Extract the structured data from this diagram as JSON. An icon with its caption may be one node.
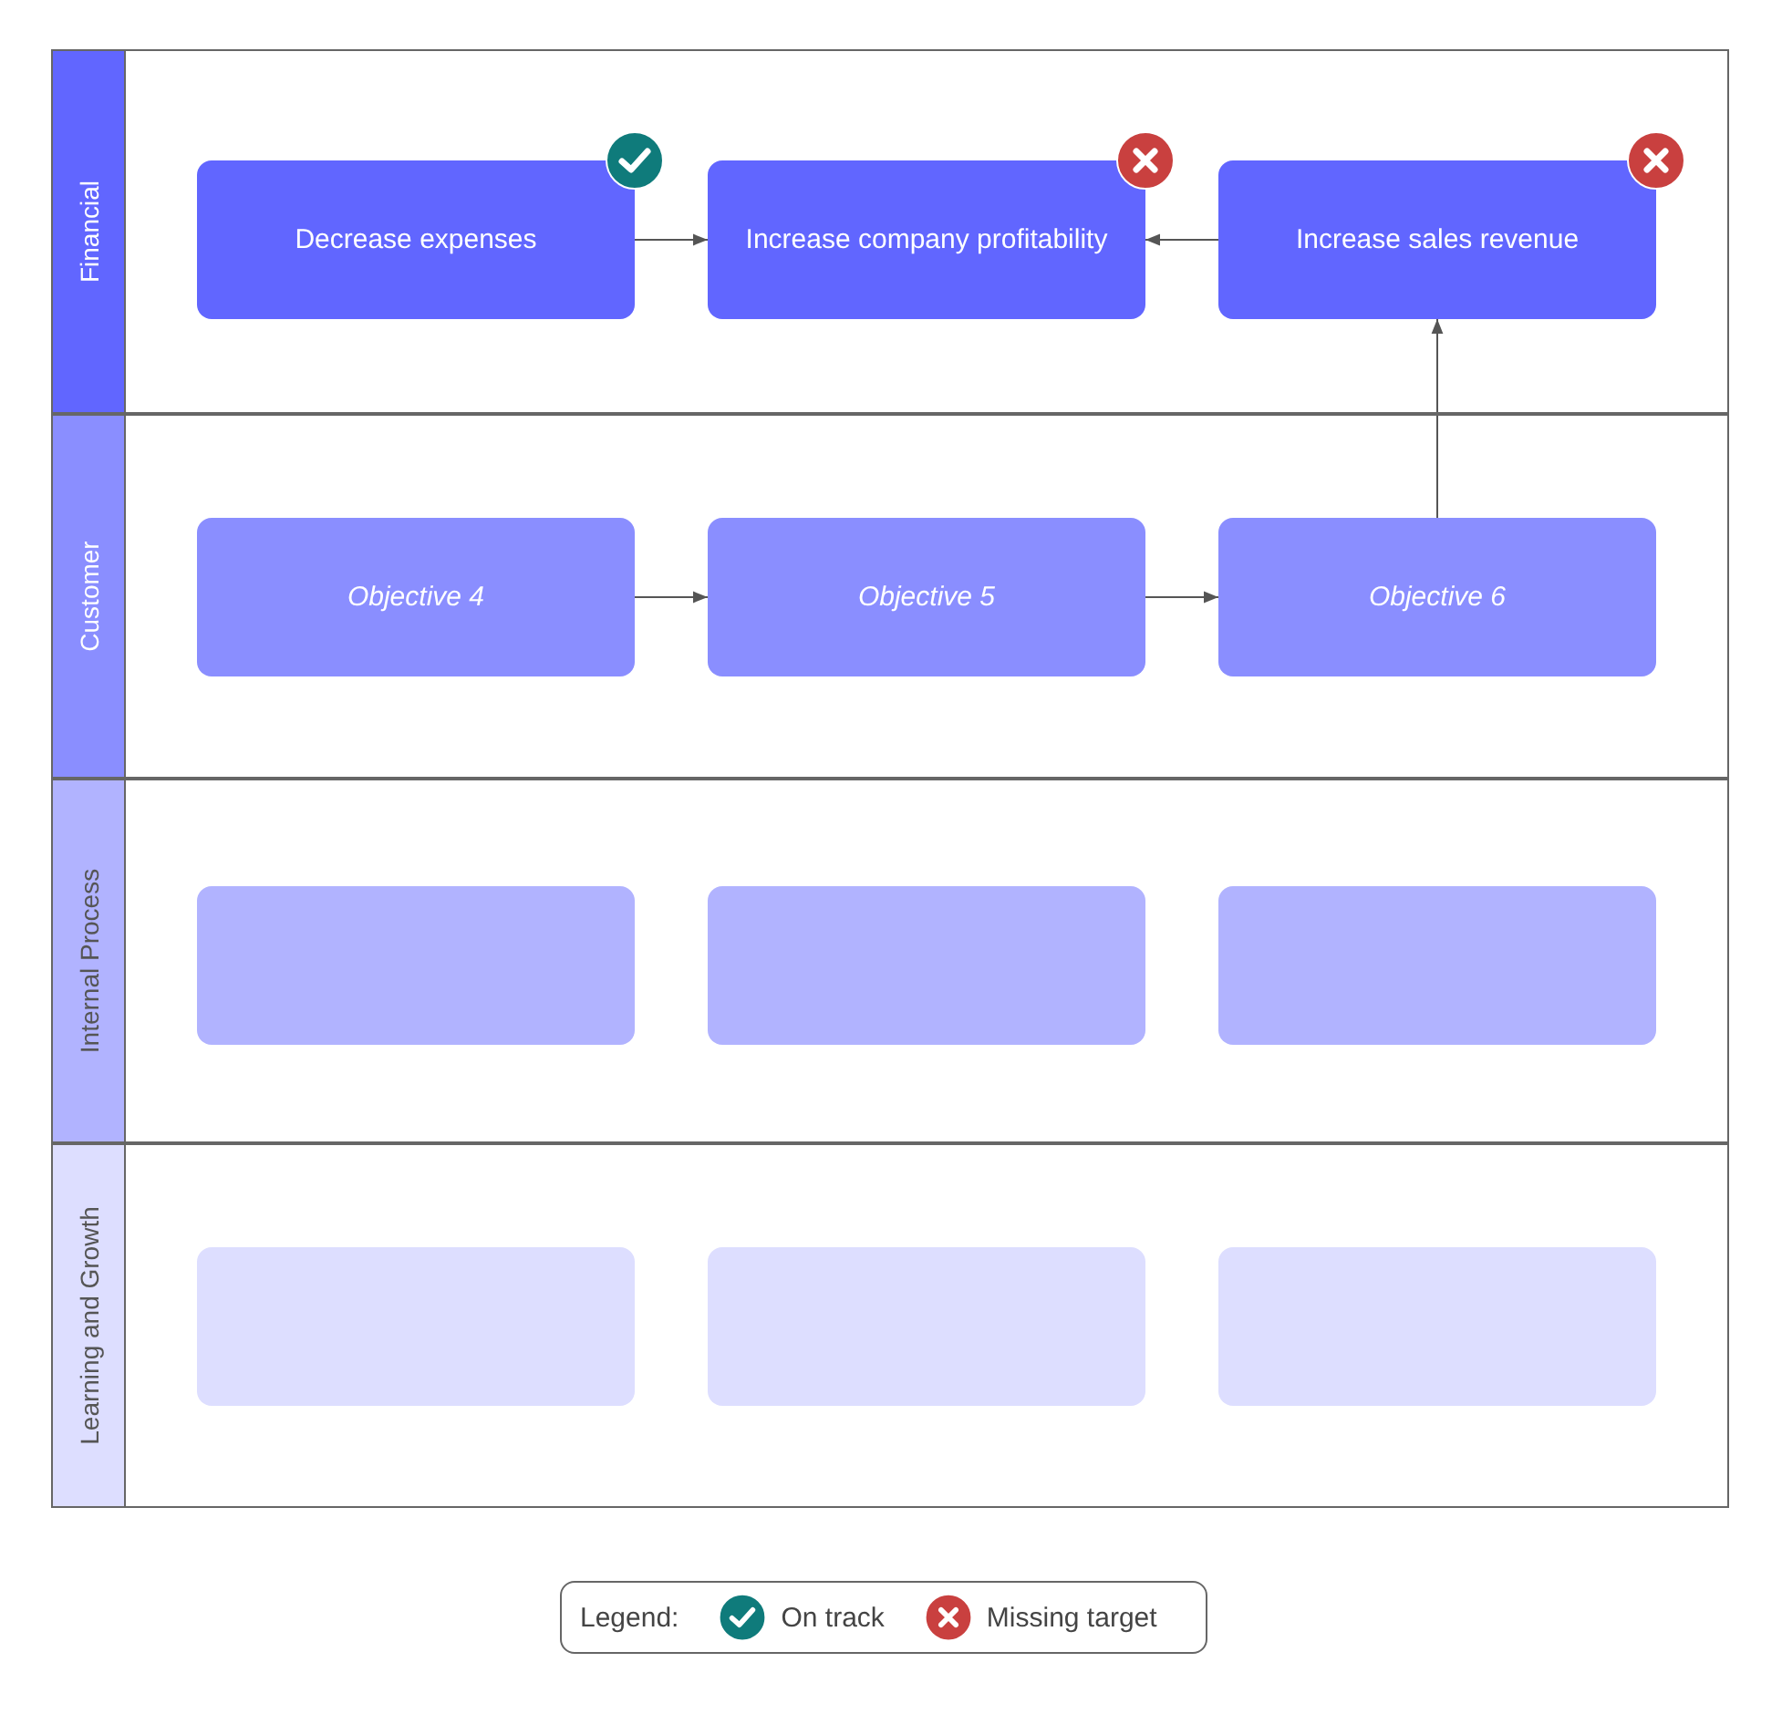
{
  "diagram": {
    "nodes": [
      {
        "text": [
          "Financial"
        ]
      },
      {
        "text": [
          "Decrease expenses"
        ],
        "in": 0
      },
      {
        "text": [
          "Increase company profitability"
        ],
        "in": 0
      },
      {
        "text": [
          "Increase sales revenue"
        ],
        "in": 0
      },
      {
        "text": [
          "Customer"
        ]
      },
      {
        "text": [
          "Objective 4"
        ],
        "in": 4
      },
      {
        "text": [
          "Objective 5"
        ],
        "in": 4
      },
      {
        "text": [
          "Objective 6"
        ],
        "in": 4
      },
      {
        "text": [
          "Internal Process"
        ]
      },
      {
        "text": [],
        "shape": "box",
        "in": 8
      },
      {
        "text": [],
        "shape": "box",
        "in": 8
      },
      {
        "text": [],
        "shape": "box",
        "in": 8
      },
      {
        "text": [
          "Learning and Growth"
        ]
      },
      {
        "text": [],
        "shape": "box",
        "in": 12
      },
      {
        "text": [],
        "shape": "box",
        "in": 12
      },
      {
        "text": [],
        "shape": "box",
        "in": 12
      }
    ],
    "edges": [
      {
        "from": 1,
        "to": 2,
        "arrow": "to"
      },
      {
        "from": 3,
        "to": 2,
        "arrow": "to"
      },
      {
        "from": 5,
        "to": 6,
        "arrow": "to"
      },
      {
        "from": 6,
        "to": 7,
        "arrow": "to"
      },
      {
        "from": 7,
        "to": 3,
        "arrow": "to"
      }
    ],
    "labels": [
      "Legend:"
    ],
    "legend": [
      {
        "text": "On track"
      },
      {
        "text": "Missing target"
      }
    ]
  }
}
